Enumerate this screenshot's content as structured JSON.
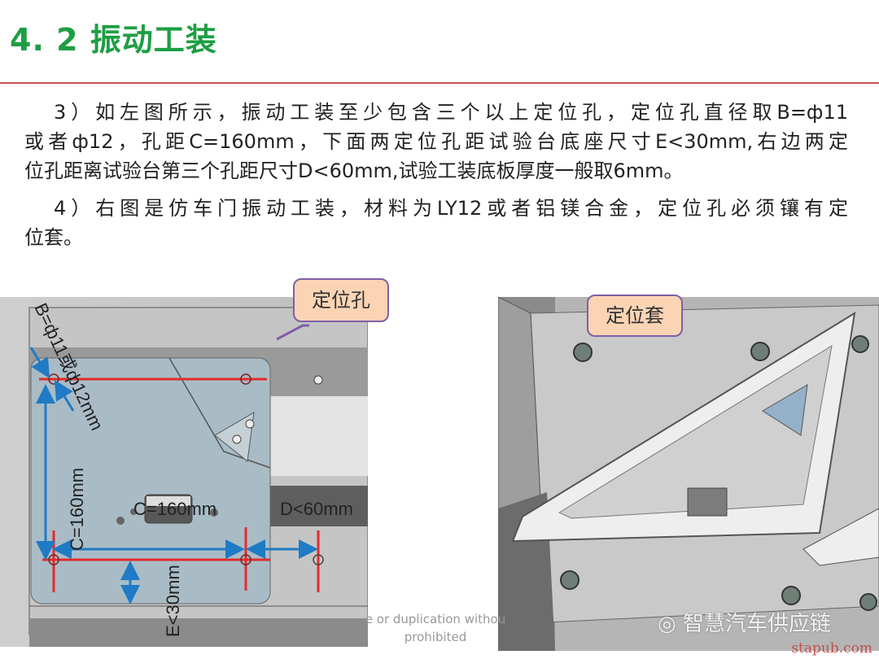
{
  "header": {
    "title": "4. 2 振动工装"
  },
  "paragraphs": [
    {
      "lines": [
        "3）如左图所示，振动工装至少包含三个以上定位孔，定位孔直径取B=ф11",
        "或者ф12，孔距C=160mm，下面两定位孔距试验台底座尺寸E<30mm,右边两定",
        "位孔距离试验台第三个孔距尺寸D<60mm,试验工装底板厚度一般取6mm。"
      ]
    },
    {
      "lines": [
        "4）右图是仿车门振动工装，材料为LY12或者铝镁合金，定位孔必须镶有定",
        "位套。"
      ]
    }
  ],
  "left_figure": {
    "callout": "定位孔",
    "labels": {
      "b": "B=ф11或ф12mm",
      "c_vertical": "C=160mm",
      "c_horizontal": "C=160mm",
      "d": "D<60mm",
      "e": "E<30mm"
    }
  },
  "right_figure": {
    "callout": "定位套"
  },
  "footer": {
    "copyright_line1": "e or duplication withou",
    "copyright_line2": "prohibited",
    "watermark": "智慧汽车供应链",
    "site": "stapub.com"
  },
  "colors": {
    "title": "#1e9e44",
    "rule": "#c0504d",
    "dimension_blue": "#1f7bc4",
    "dimension_red": "#e32b2b",
    "callout_fill": "#fbd4b4"
  }
}
